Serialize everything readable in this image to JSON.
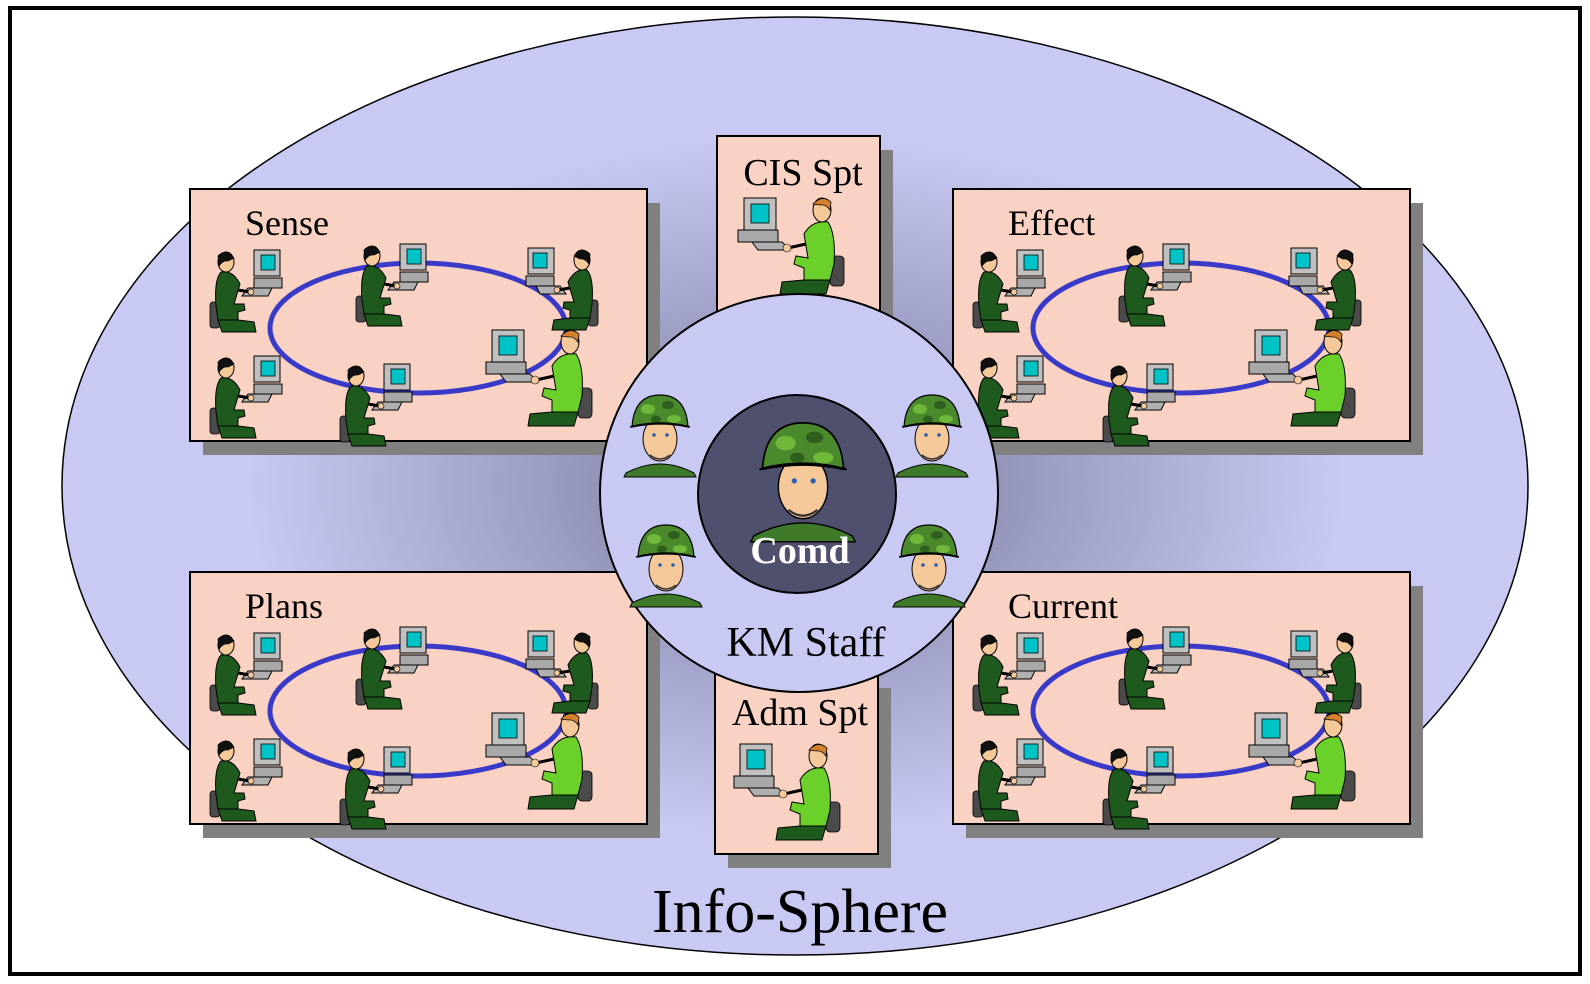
{
  "title": "Info-Sphere",
  "inner_ring_label": "KM Staff",
  "centre_label": "Comd",
  "cells": {
    "sense": "Sense",
    "effect": "Effect",
    "plans": "Plans",
    "current": "Current"
  },
  "support": {
    "top": "CIS Spt",
    "bottom": "Adm Spt"
  },
  "colors": {
    "sphere": "#c8caf4",
    "cell": "#f9d2c4",
    "network": "#3a3ac8",
    "staff_uniform": "#1e5a1e",
    "support_shirt": "#6bd12a",
    "monitor": "#00c3c8",
    "core": "#4f4f6e",
    "shadow": "#808080"
  }
}
